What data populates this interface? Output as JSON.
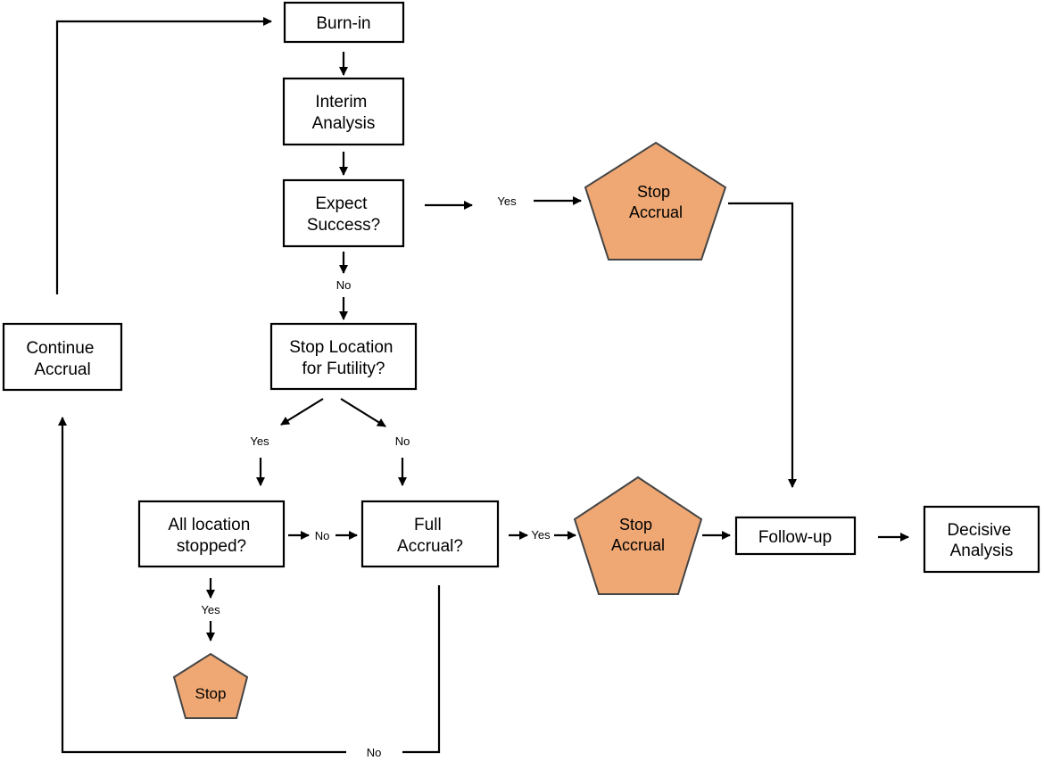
{
  "diagram": {
    "colors": {
      "pentagon_fill": "#EFA874",
      "stroke": "#000000",
      "pentagon_stroke": "#444444"
    },
    "nodes": {
      "burn_in": [
        "Burn-in"
      ],
      "interim_analysis": [
        "Interim",
        "Analysis"
      ],
      "expect_success": [
        "Expect",
        "Success?"
      ],
      "stop_accrual_top": [
        "Stop",
        "Accrual"
      ],
      "stop_location": [
        "Stop Location",
        "for Futility?"
      ],
      "continue_accrual": [
        "Continue",
        "Accrual"
      ],
      "all_location_stopped": [
        "All location",
        "stopped?"
      ],
      "full_accrual": [
        "Full",
        "Accrual?"
      ],
      "stop_accrual_mid": [
        "Stop",
        "Accrual"
      ],
      "follow_up": [
        "Follow-up"
      ],
      "decisive_analysis": [
        "Decisive",
        "Analysis"
      ],
      "stop": [
        "Stop"
      ]
    },
    "edge_labels": {
      "expect_success_yes": "Yes",
      "expect_success_no": "No",
      "futility_yes": "Yes",
      "futility_no": "No",
      "all_stopped_no": "No",
      "all_stopped_yes": "Yes",
      "full_accrual_yes": "Yes",
      "full_accrual_no": "No"
    }
  }
}
